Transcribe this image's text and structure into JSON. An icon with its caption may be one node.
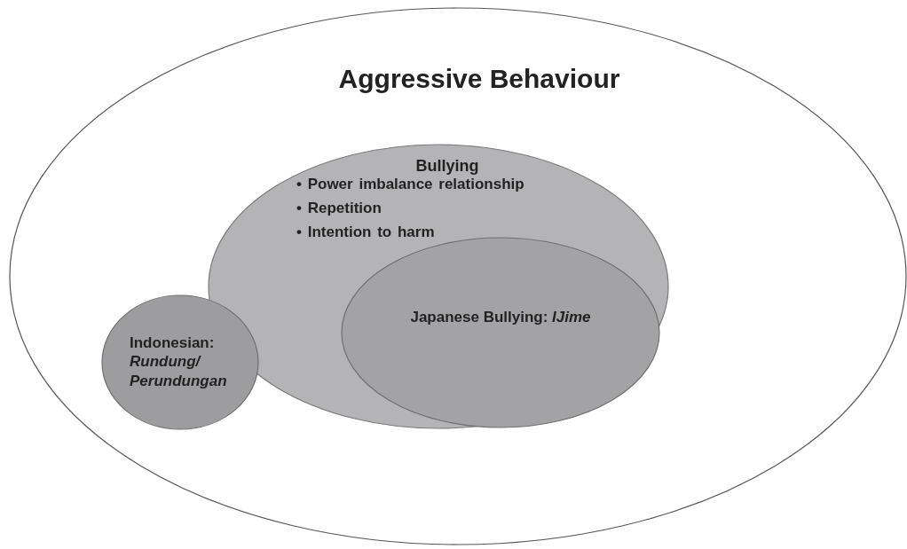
{
  "diagram": {
    "nodes": [
      {
        "text": [
          "Aggressive Behaviour"
        ]
      },
      {
        "text": [
          "Bullying",
          "• Power imbalance relationship",
          "• Repetition",
          "• Intention to harm"
        ],
        "in": 0
      },
      {
        "text": [
          "Japanese Bullying: *IJime*"
        ],
        "in": 1
      },
      {
        "text": [
          "Indonesian: *Rundung/ Perundungan*"
        ],
        "in": 0
      }
    ]
  }
}
